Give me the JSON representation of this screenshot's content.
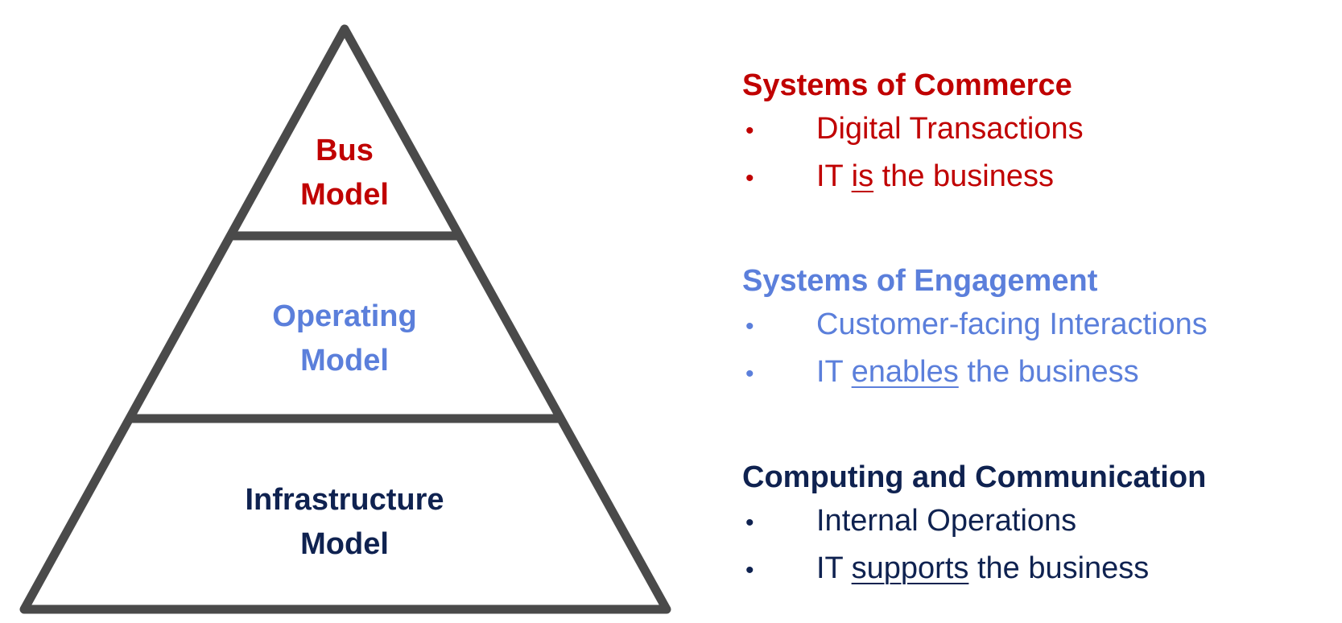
{
  "colors": {
    "outline": "#4a4a4a",
    "commerce": "#c00000",
    "engagement": "#5b7fdb",
    "infrastructure": "#0f2250",
    "background": "#ffffff"
  },
  "pyramid": {
    "tiers": [
      {
        "id": "top",
        "line1": "Bus",
        "line2": "Model",
        "color": "#c00000"
      },
      {
        "id": "middle",
        "line1": "Operating",
        "line2": "Model",
        "color": "#5b7fdb"
      },
      {
        "id": "bottom",
        "line1": "Infrastructure",
        "line2": "Model",
        "color": "#0f2250"
      }
    ]
  },
  "sections": [
    {
      "title": "Systems of Commerce",
      "color": "#c00000",
      "bullets": [
        {
          "pre": "Digital Transactions",
          "em": "",
          "post": ""
        },
        {
          "pre": "IT ",
          "em": "is",
          "post": " the business"
        }
      ]
    },
    {
      "title": "Systems of Engagement",
      "color": "#5b7fdb",
      "bullets": [
        {
          "pre": "Customer-facing Interactions",
          "em": "",
          "post": ""
        },
        {
          "pre": "IT ",
          "em": "enables",
          "post": " the business"
        }
      ]
    },
    {
      "title": "Computing and Communication",
      "color": "#0f2250",
      "bullets": [
        {
          "pre": "Internal Operations",
          "em": "",
          "post": ""
        },
        {
          "pre": "IT ",
          "em": "supports",
          "post": " the business"
        }
      ]
    }
  ],
  "bullet_char": "•"
}
